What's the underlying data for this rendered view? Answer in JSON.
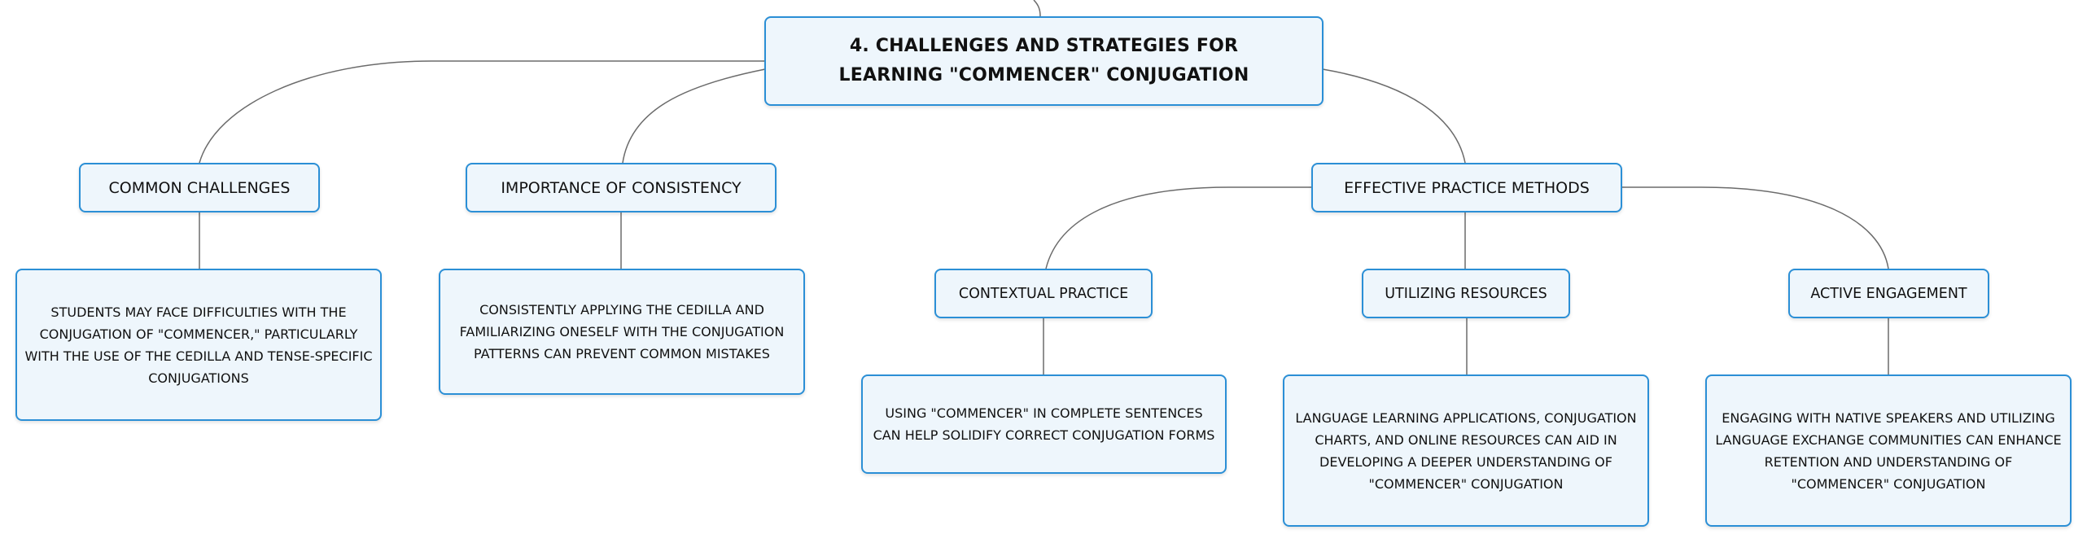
{
  "root": {
    "title": "4. CHALLENGES AND STRATEGIES FOR LEARNING \"COMMENCER\" CONJUGATION"
  },
  "topics": {
    "challenges": {
      "label": "COMMON CHALLENGES",
      "detail": "STUDENTS MAY FACE DIFFICULTIES WITH THE CONJUGATION OF \"COMMENCER,\" PARTICULARLY WITH THE USE OF THE CEDILLA AND TENSE-SPECIFIC CONJUGATIONS"
    },
    "consistency": {
      "label": "IMPORTANCE OF CONSISTENCY",
      "detail": "CONSISTENTLY APPLYING THE CEDILLA AND FAMILIARIZING ONESELF WITH THE CONJUGATION PATTERNS CAN PREVENT COMMON MISTAKES"
    },
    "practice": {
      "label": "EFFECTIVE PRACTICE METHODS",
      "children": {
        "contextual": {
          "label": "CONTEXTUAL PRACTICE",
          "detail": "USING \"COMMENCER\" IN COMPLETE SENTENCES CAN HELP SOLIDIFY CORRECT CONJUGATION FORMS"
        },
        "resources": {
          "label": "UTILIZING RESOURCES",
          "detail": "LANGUAGE LEARNING APPLICATIONS, CONJUGATION CHARTS, AND ONLINE RESOURCES CAN AID IN DEVELOPING A DEEPER UNDERSTANDING OF \"COMMENCER\" CONJUGATION"
        },
        "engagement": {
          "label": "ACTIVE ENGAGEMENT",
          "detail": "ENGAGING WITH NATIVE SPEAKERS AND UTILIZING LANGUAGE EXCHANGE COMMUNITIES CAN ENHANCE RETENTION AND UNDERSTANDING OF \"COMMENCER\" CONJUGATION"
        }
      }
    }
  },
  "colors": {
    "node_border": "#2b8fd6",
    "node_fill": "#eef6fc",
    "connector": "#6b6b6b"
  }
}
